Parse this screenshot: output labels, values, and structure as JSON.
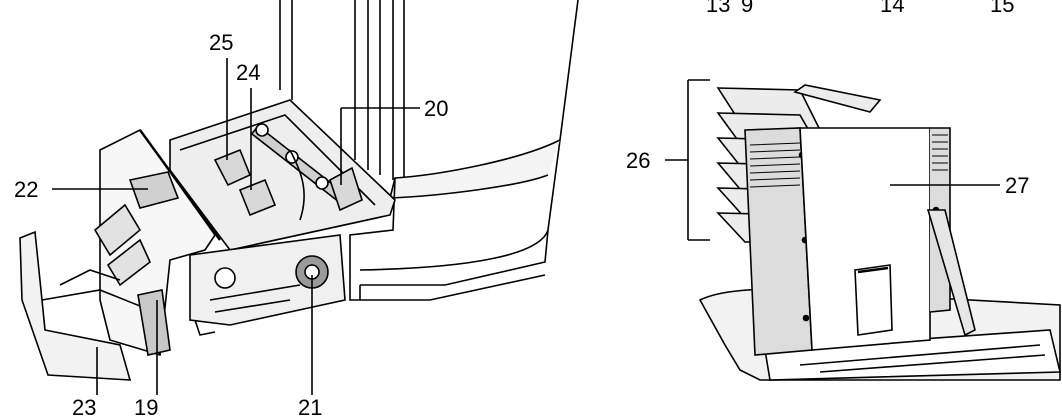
{
  "labels": {
    "l13": "13",
    "l9": "9",
    "l14": "14",
    "l15": "15",
    "l25": "25",
    "l24": "24",
    "l20": "20",
    "l22": "22",
    "l23": "23",
    "l19": "19",
    "l21": "21",
    "l26": "26",
    "l27": "27"
  },
  "colors": {
    "stroke": "#000000",
    "light": "#e8e8e8",
    "mid": "#bdbdbd",
    "dark": "#555555",
    "background": "#ffffff"
  }
}
